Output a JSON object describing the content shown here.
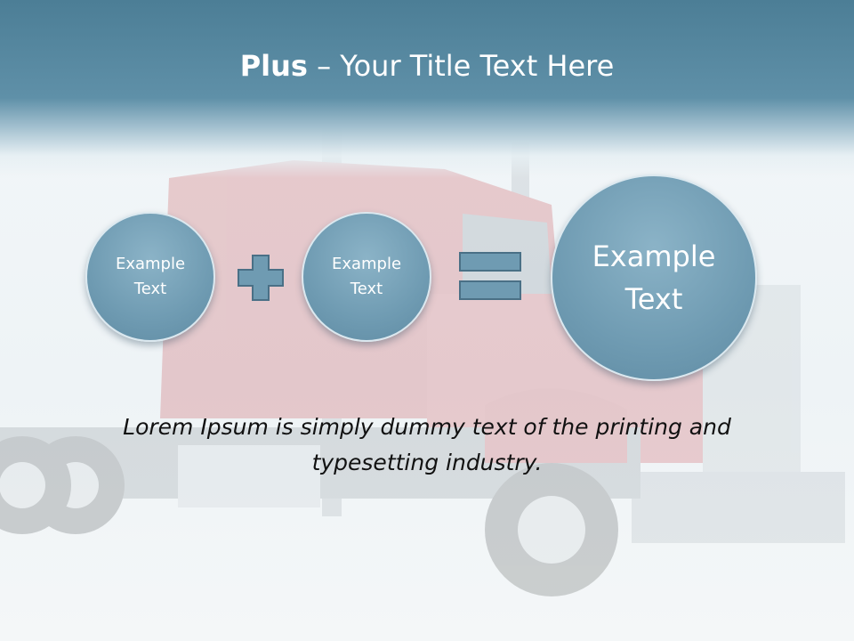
{
  "slide": {
    "title_bold": "Plus",
    "title_rest": " – Your Title Text Here",
    "circles": [
      {
        "text": "Example\nText"
      },
      {
        "text": "Example\nText"
      },
      {
        "text": "Example\nText"
      }
    ],
    "caption": "Lorem Ipsum is simply dummy text of the printing and typesetting industry."
  },
  "colors": {
    "header": "#5f90a8",
    "circle": "#6f9bb2",
    "operator": "#6f9bb2",
    "operator_border": "#4a7086"
  },
  "icons": [
    "plus-icon",
    "equals-icon",
    "truck-background"
  ]
}
